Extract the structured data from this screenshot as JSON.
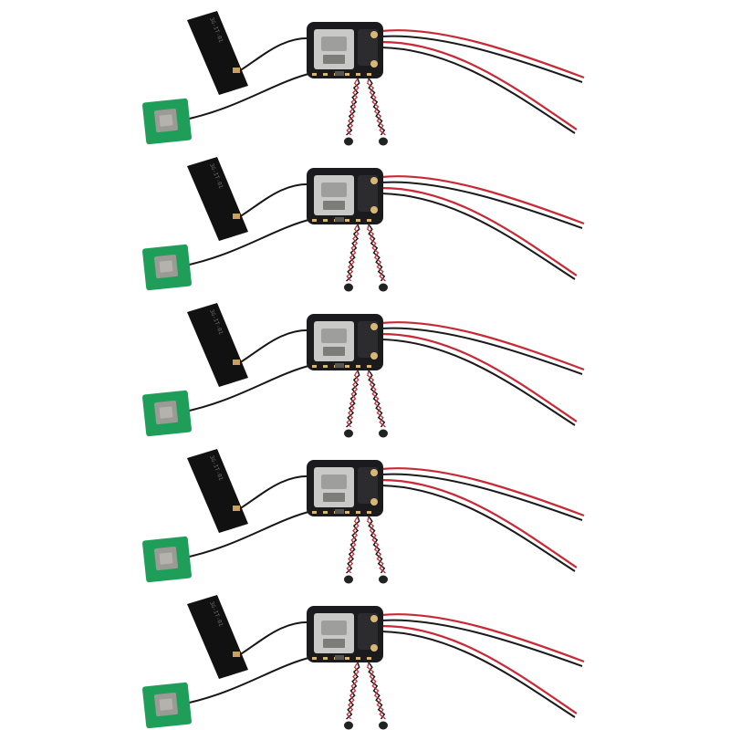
{
  "image": {
    "background": "#ffffff",
    "module_count": 5,
    "components": [
      "flexible-cellular-antenna",
      "ceramic-gps-patch-antenna",
      "tracker-pcb-board",
      "power-wires-red-black",
      "twisted-pair-microphone-leads"
    ],
    "antenna_text": "3G-IT-01",
    "colors": {
      "pcb": "#1b1b1d",
      "sim_slot": "#c9c9c7",
      "gold_pad": "#d8b774",
      "patch_board": "#1f9e5a",
      "ceramic": "#9c9a94",
      "flex_antenna": "#111111",
      "wire_red": "#c72a35",
      "wire_black": "#1a1a1a",
      "cable": "#161616"
    }
  }
}
